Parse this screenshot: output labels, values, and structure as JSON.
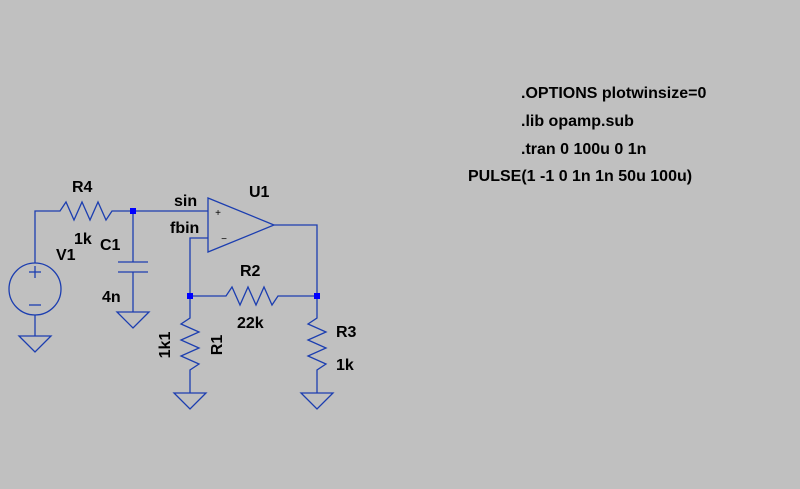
{
  "directives": [
    ".OPTIONS plotwinsize=0",
    ".lib opamp.sub",
    ".tran 0 100u 0 1n",
    "PULSE(1 -1 0 1n 1n 50u 100u)"
  ],
  "components": {
    "r4": {
      "name": "R4",
      "value": "1k"
    },
    "v1": {
      "name": "V1"
    },
    "c1": {
      "name": "C1",
      "value": "4n"
    },
    "u1": {
      "name": "U1",
      "plus_sign": "+",
      "minus_sign": "−"
    },
    "r2": {
      "name": "R2",
      "value": "22k"
    },
    "r1": {
      "name": "R1",
      "value": "1k1"
    },
    "r3": {
      "name": "R3",
      "value": "1k"
    }
  },
  "nets": {
    "sin": "sin",
    "fbin": "fbin"
  },
  "colors": {
    "background": "#c0c0c0",
    "wire": "#1c3eb0",
    "junction": "#0000ff",
    "text": "#000000"
  }
}
